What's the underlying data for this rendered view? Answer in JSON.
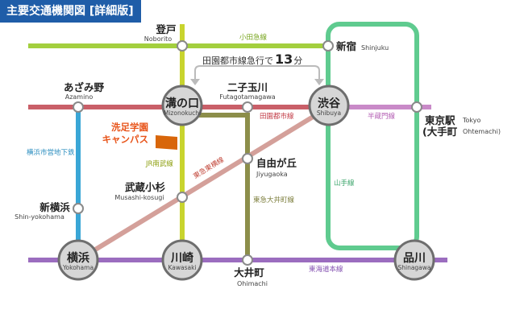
{
  "title": "主要交通機関図 [詳細版]",
  "colors": {
    "odakyu": "#a3cf3e",
    "denentoshi": "#c95f68",
    "toyoko": "#d4a09a",
    "nambu": "#c8d42e",
    "oimachi": "#8c8e4a",
    "yamanote": "#5fcb8f",
    "hanzomon": "#c98ac8",
    "tokaido": "#9b6dbf",
    "subway": "#3aa6d6",
    "campus": "#d8660a"
  },
  "lines": {
    "odakyu": "小田急線",
    "denentoshi": "田園都市線",
    "hanzomon": "半蔵門線",
    "toyoko": "東急東横線",
    "nambu": "JR南武線",
    "oimachi": "東急大井町線",
    "yamanote": "山手線",
    "subway": "横浜市営地下鉄",
    "tokaido": "東海道本線"
  },
  "callout": {
    "prefix": "田園都市線急行で",
    "number": "13",
    "suffix": "分"
  },
  "campus": {
    "line1": "洗足学園",
    "line2": "キャンパス"
  },
  "stations": {
    "noborito": {
      "ja": "登戸",
      "en": "Noborito"
    },
    "shinjuku": {
      "ja": "新宿",
      "en": "Shinjuku"
    },
    "azamino": {
      "ja": "あざみ野",
      "en": "Azamino"
    },
    "mizonokuchi": {
      "ja": "溝の口",
      "en": "Mizonokuchi"
    },
    "futako": {
      "ja": "二子玉川",
      "en": "Futagotamagawa"
    },
    "shibuya": {
      "ja": "渋谷",
      "en": "Shibuya"
    },
    "tokyo": {
      "ja1": "東京駅",
      "ja2": "(大手町",
      "en1": "Tokyo",
      "en2": "Ohtemachi)"
    },
    "jiyugaoka": {
      "ja": "自由が丘",
      "en": "Jiyugaoka"
    },
    "musashikosugi": {
      "ja": "武蔵小杉",
      "en": "Musashi-kosugi"
    },
    "shinyokohama": {
      "ja": "新横浜",
      "en": "Shin-yokohama"
    },
    "yokohama": {
      "ja": "横浜",
      "en": "Yokohama"
    },
    "kawasaki": {
      "ja": "川崎",
      "en": "Kawasaki"
    },
    "oimachi": {
      "ja": "大井町",
      "en": "Ohimachi"
    },
    "shinagawa": {
      "ja": "品川",
      "en": "Shinagawa"
    }
  }
}
